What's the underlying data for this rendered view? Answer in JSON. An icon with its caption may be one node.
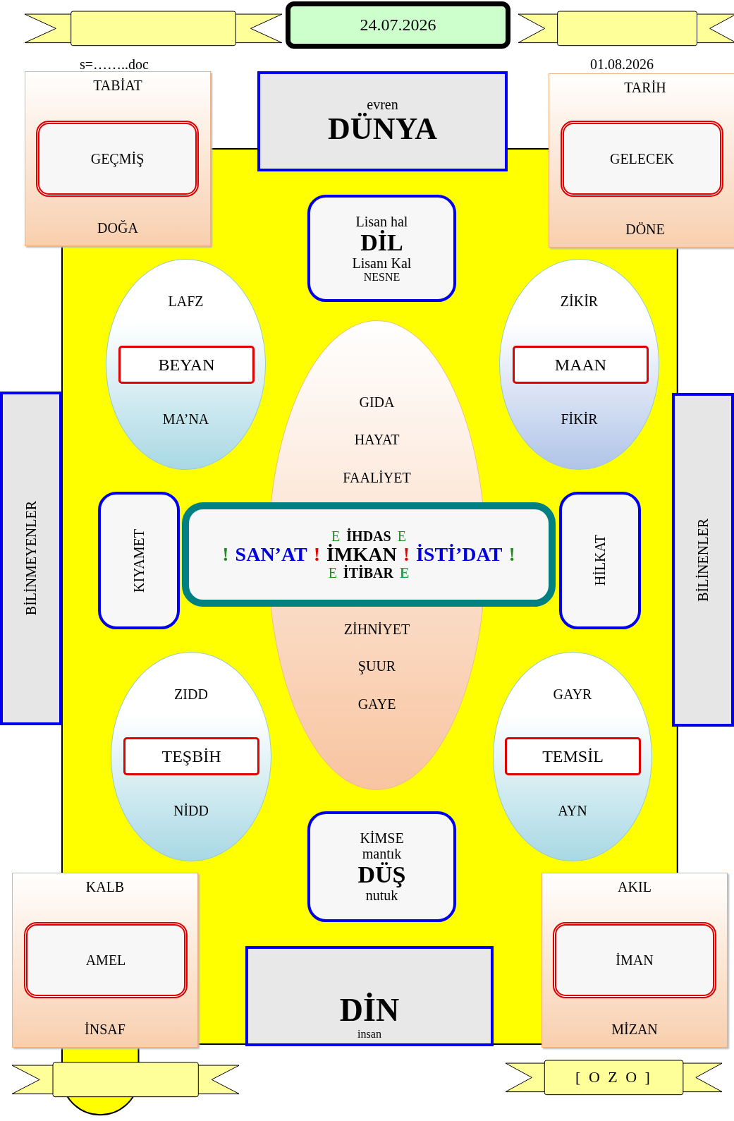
{
  "diagram": {
    "nodes": [
      {
        "text": [],
        "shape": "banner"
      },
      {
        "text": [
          "24.07.2026"
        ]
      },
      {
        "text": [],
        "shape": "banner"
      },
      {
        "text": [
          "TABİAT",
          "DOĞA"
        ]
      },
      {
        "text": [
          "GEÇMİŞ"
        ],
        "in": 3
      },
      {
        "text": [
          "evren",
          "DÜNYA"
        ]
      },
      {
        "text": [
          "TARİH",
          "DÖNE"
        ]
      },
      {
        "text": [
          "GELECEK"
        ],
        "in": 6
      },
      {
        "text": [
          "Lisan hal",
          "DİL",
          "Lisanı Kal",
          "NESNE"
        ]
      },
      {
        "text": [
          "LAFZ",
          "MA’NA"
        ]
      },
      {
        "text": [
          "BEYAN"
        ],
        "in": 9
      },
      {
        "text": [
          "ZİKİR",
          "FİKİR"
        ]
      },
      {
        "text": [
          "MAAN"
        ],
        "in": 11
      },
      {
        "text": [
          "BİLİNMEYENLER"
        ]
      },
      {
        "text": [
          "GIDA",
          "HAYAT",
          "FAALİYET",
          "ZİHNİYET",
          "ŞUUR",
          "GAYE"
        ]
      },
      {
        "text": [
          "KIYAMET"
        ]
      },
      {
        "text": [
          "E",
          "İHDAS",
          "E",
          "!",
          "SAN’AT",
          "!",
          "İMKAN",
          "!",
          "İSTİ’DAT",
          "!",
          "E",
          "İTİBAR",
          "E"
        ]
      },
      {
        "text": [
          "HİLKAT"
        ]
      },
      {
        "text": [
          "BİLİNENLER"
        ]
      },
      {
        "text": [
          "ZIDD",
          "NİDD"
        ]
      },
      {
        "text": [
          "TEŞBİH"
        ],
        "in": 19
      },
      {
        "text": [
          "GAYR",
          "AYN"
        ]
      },
      {
        "text": [
          "TEMSİL"
        ],
        "in": 21
      },
      {
        "text": [
          "KİMSE",
          "mantık",
          "DÜŞ",
          "nutuk"
        ]
      },
      {
        "text": [
          "KALB",
          "İNSAF"
        ]
      },
      {
        "text": [
          "AMEL"
        ],
        "in": 24
      },
      {
        "text": [
          "DİN",
          "insan"
        ]
      },
      {
        "text": [
          "AKIL",
          "MİZAN"
        ]
      },
      {
        "text": [
          "İMAN"
        ],
        "in": 27
      },
      {
        "text": [],
        "shape": "banner"
      },
      {
        "text": [
          "[ O Z O ]"
        ]
      }
    ],
    "labels": [
      "s=……..doc",
      "01.08.2026"
    ]
  }
}
